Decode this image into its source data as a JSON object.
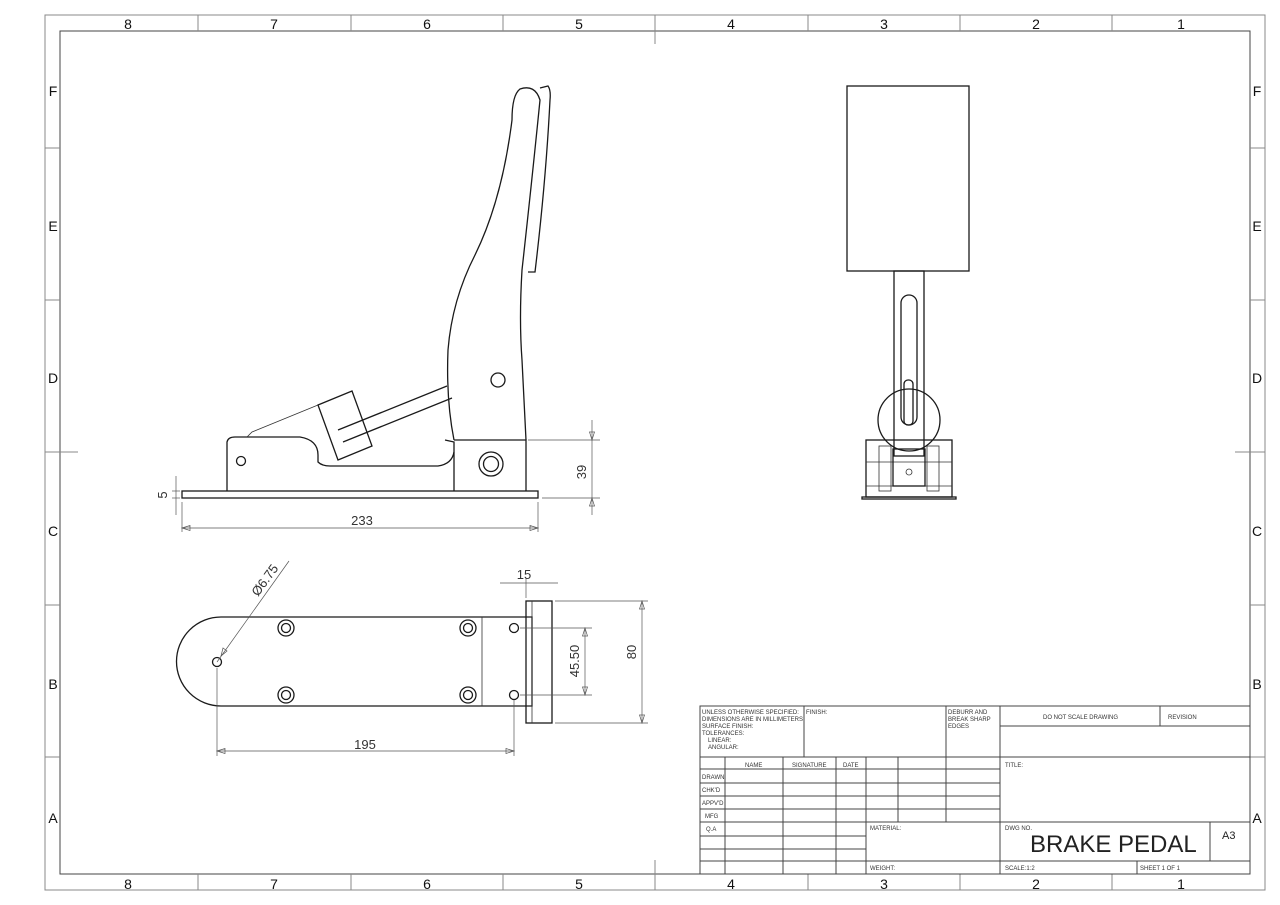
{
  "zones": {
    "columns": [
      "8",
      "7",
      "6",
      "5",
      "4",
      "3",
      "2",
      "1"
    ],
    "rows": [
      "F",
      "E",
      "D",
      "C",
      "B",
      "A"
    ]
  },
  "dimensions": {
    "base_thickness": "5",
    "overall_length": "233",
    "base_height": "39",
    "hole_diameter": "Ø6.75",
    "flange_width": "15",
    "hole_spacing": "45.50",
    "overall_width": "80",
    "hole_pitch": "195"
  },
  "title_block": {
    "unless_specified": [
      "UNLESS OTHERWISE SPECIFIED:",
      "DIMENSIONS ARE IN MILLIMETERS",
      "SURFACE FINISH:",
      "TOLERANCES:",
      "LINEAR:",
      "ANGULAR:"
    ],
    "finish": "FINISH:",
    "deburr": [
      "DEBURR AND",
      "BREAK SHARP",
      "EDGES"
    ],
    "do_not_scale": "DO NOT SCALE DRAWING",
    "revision": "REVISION",
    "title_label": "TITLE:",
    "headers": {
      "name": "NAME",
      "signature": "SIGNATURE",
      "date": "DATE"
    },
    "roles": [
      "DRAWN",
      "CHK'D",
      "APPV'D",
      "MFG",
      "Q.A"
    ],
    "material": "MATERIAL:",
    "weight": "WEIGHT:",
    "dwg_no_label": "DWG NO.",
    "drawing_title": "BRAKE PEDAL",
    "sheet_size": "A3",
    "scale": "SCALE:1:2",
    "sheet": "SHEET 1 OF 1"
  }
}
